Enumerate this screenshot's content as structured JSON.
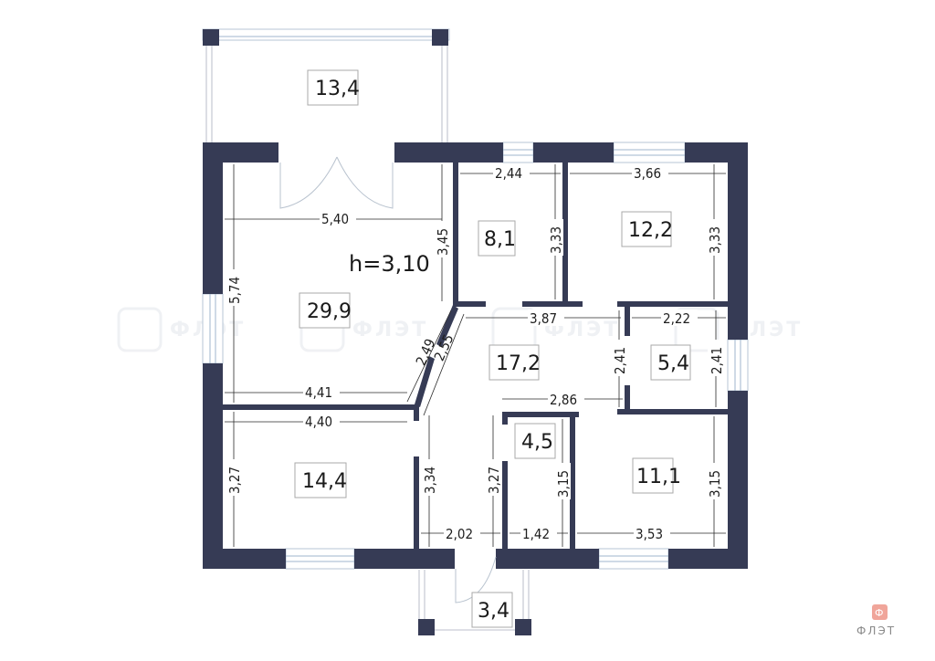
{
  "plan": {
    "ceiling_height_label": "h=3,10",
    "rooms": [
      {
        "id": "terrace",
        "area": "13,4"
      },
      {
        "id": "living-room",
        "area": "29,9"
      },
      {
        "id": "room-small-north",
        "area": "8,1"
      },
      {
        "id": "bedroom-northeast",
        "area": "12,2"
      },
      {
        "id": "hall",
        "area": "17,2"
      },
      {
        "id": "bathroom",
        "area": "5,4"
      },
      {
        "id": "bedroom-southwest",
        "area": "14,4"
      },
      {
        "id": "wc",
        "area": "4,5"
      },
      {
        "id": "bedroom-southeast",
        "area": "11,1"
      },
      {
        "id": "porch",
        "area": "3,4"
      }
    ],
    "dimensions": {
      "living_width": "5,40",
      "living_height": "5,74",
      "living_right": "3,45",
      "living_bottom": "4,41",
      "diag_inner": "2,49",
      "diag_outer": "2,55",
      "small_width": "2,44",
      "small_height": "3,33",
      "ne_width": "3,66",
      "ne_height": "3,33",
      "hall_width": "3,87",
      "bath_width": "2,22",
      "bath_left": "2,41",
      "bath_right": "2,41",
      "hall_lower": "2,86",
      "sw_width": "4,40",
      "sw_height": "3,27",
      "corridor_left": "3,34",
      "corridor_right": "3,27",
      "corridor_width": "2,02",
      "wc_width": "1,42",
      "wc_height": "3,15",
      "se_width": "3,53",
      "se_height": "3,15"
    }
  },
  "branding": {
    "logo_glyph": "Ф",
    "logo_text": "ФЛЭТ",
    "accent_color": "#f0a59a",
    "wall_color": "#363b55"
  }
}
